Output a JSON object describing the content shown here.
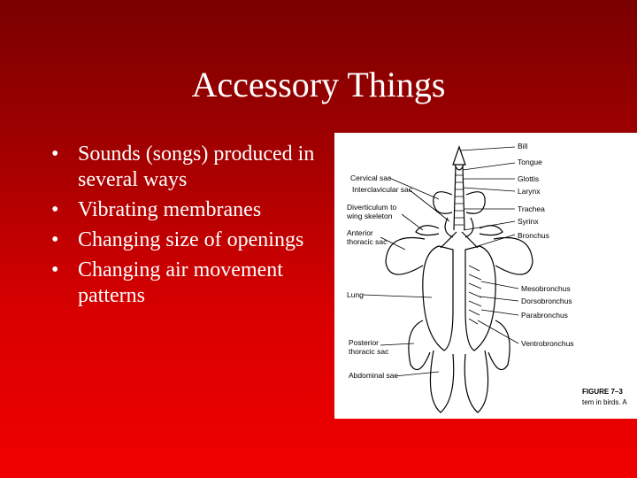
{
  "slide": {
    "title": "Accessory Things",
    "bullet_symbol": "•",
    "bullets": [
      "Sounds (songs) produced in several ways",
      "Vibrating membranes",
      "Changing size of openings",
      "Changing air movement patterns"
    ]
  },
  "figure": {
    "labels_left": {
      "cervical_sac": "Cervical sac",
      "interclavicular_sac": "Interclavicular sac",
      "diverticulum": "Diverticulum to",
      "wing_skeleton": "wing skeleton",
      "anterior": "Anterior",
      "thoracic_sac": "thoracic sac",
      "lung": "Lung",
      "posterior": "Posterior",
      "posterior_thoracic_sac": "thoracic sac",
      "abdominal_sac": "Abdominal sac"
    },
    "labels_right": {
      "bill": "Bill",
      "tongue": "Tongue",
      "glottis": "Glottis",
      "larynx": "Larynx",
      "trachea": "Trachea",
      "syrinx": "Syrinx",
      "bronchus": "Bronchus",
      "mesobronchus": "Mesobronchus",
      "dorsobronchus": "Dorsobronchus",
      "parabronchus": "Parabronchus",
      "ventrobronchus": "Ventrobronchus"
    },
    "caption_title": "FIGURE 7–3",
    "caption_text": "tem in birds. A"
  }
}
